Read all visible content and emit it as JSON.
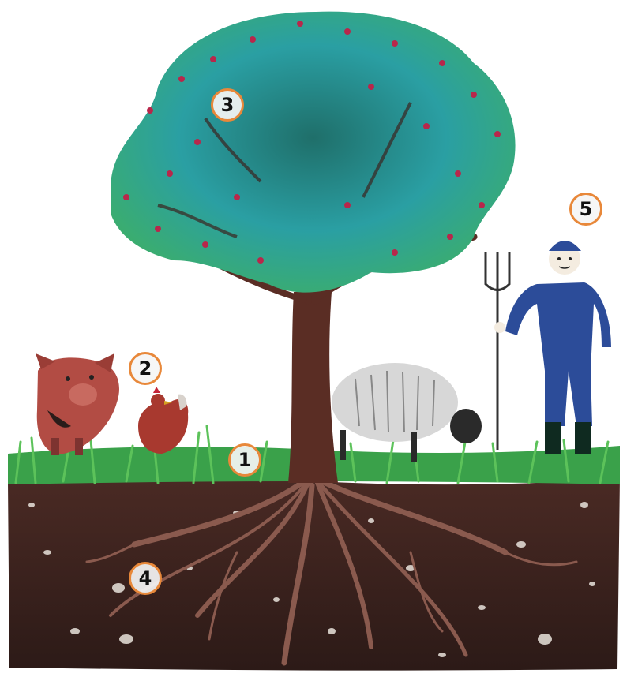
{
  "illustration": {
    "colors": {
      "soil": "#3a221e",
      "grass": "#3aa14a",
      "canopy_teal": "#2a9fa3",
      "canopy_green": "#3cae6b",
      "trunk": "#5a2d24",
      "berries": "#b8274b",
      "pig": "#b24c44",
      "hen": "#a8392f",
      "sheep_wool": "#d7d7d7",
      "farmer_suit": "#2c4c99",
      "marker_border": "#e8883a"
    },
    "markers": [
      {
        "label": "1",
        "depicts": "grass"
      },
      {
        "label": "2",
        "depicts": "animals"
      },
      {
        "label": "3",
        "depicts": "tree-canopy"
      },
      {
        "label": "4",
        "depicts": "soil"
      },
      {
        "label": "5",
        "depicts": "farmer"
      }
    ]
  }
}
